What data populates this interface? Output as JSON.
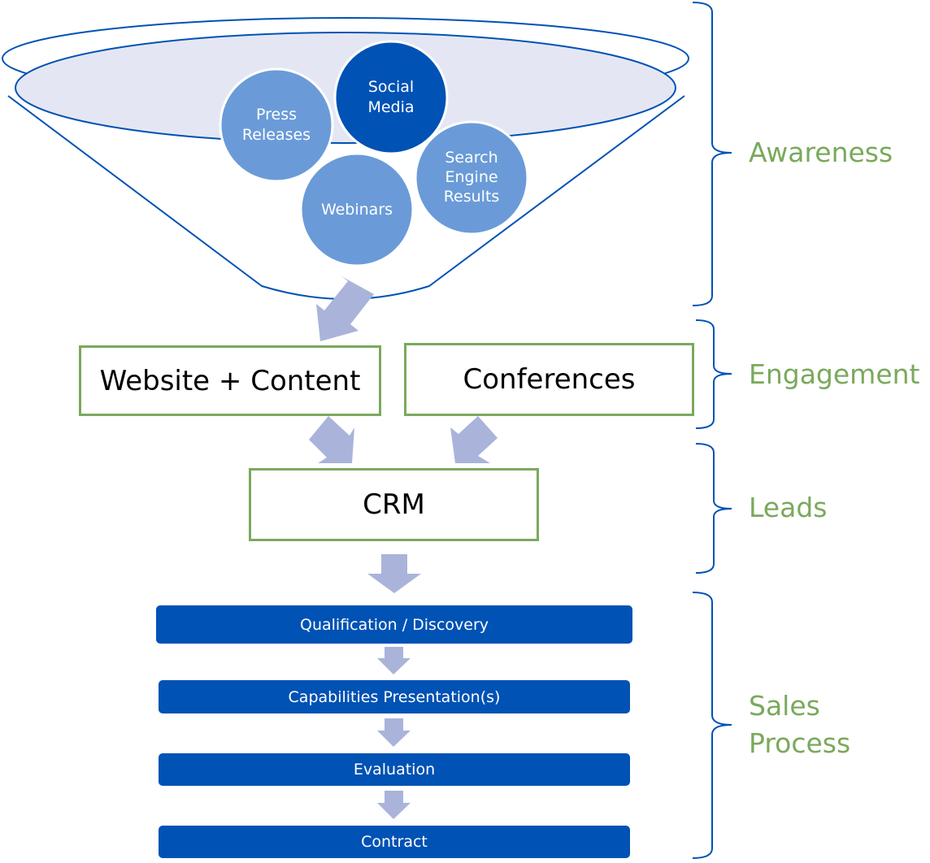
{
  "funnel": {
    "channels": [
      {
        "label_lines": [
          "Press",
          "Releases"
        ],
        "color": "#6a9bd8"
      },
      {
        "label_lines": [
          "Social",
          "Media"
        ],
        "color": "#0052b4"
      },
      {
        "label_lines": [
          "Search",
          "Engine",
          "Results"
        ],
        "color": "#6a9bd8"
      },
      {
        "label_lines": [
          "Webinars"
        ],
        "color": "#6a9bd8"
      }
    ]
  },
  "engagement": {
    "website": "Website + Content",
    "conferences": "Conferences"
  },
  "leads": {
    "crm": "CRM"
  },
  "sales": {
    "steps": [
      "Qualification / Discovery",
      "Capabilities Presentation(s)",
      "Evaluation",
      "Contract"
    ]
  },
  "stages": {
    "awareness": "Awareness",
    "engagement": "Engagement",
    "leads": "Leads",
    "sales_line1": "Sales",
    "sales_line2": "Process"
  },
  "colors": {
    "primary_blue": "#0052b4",
    "light_blue": "#6a9bd8",
    "arrow": "#aab4da",
    "funnel_fill": "#e4e7f3",
    "box_border": "#7aa95c",
    "label_green": "#7aa95c"
  }
}
